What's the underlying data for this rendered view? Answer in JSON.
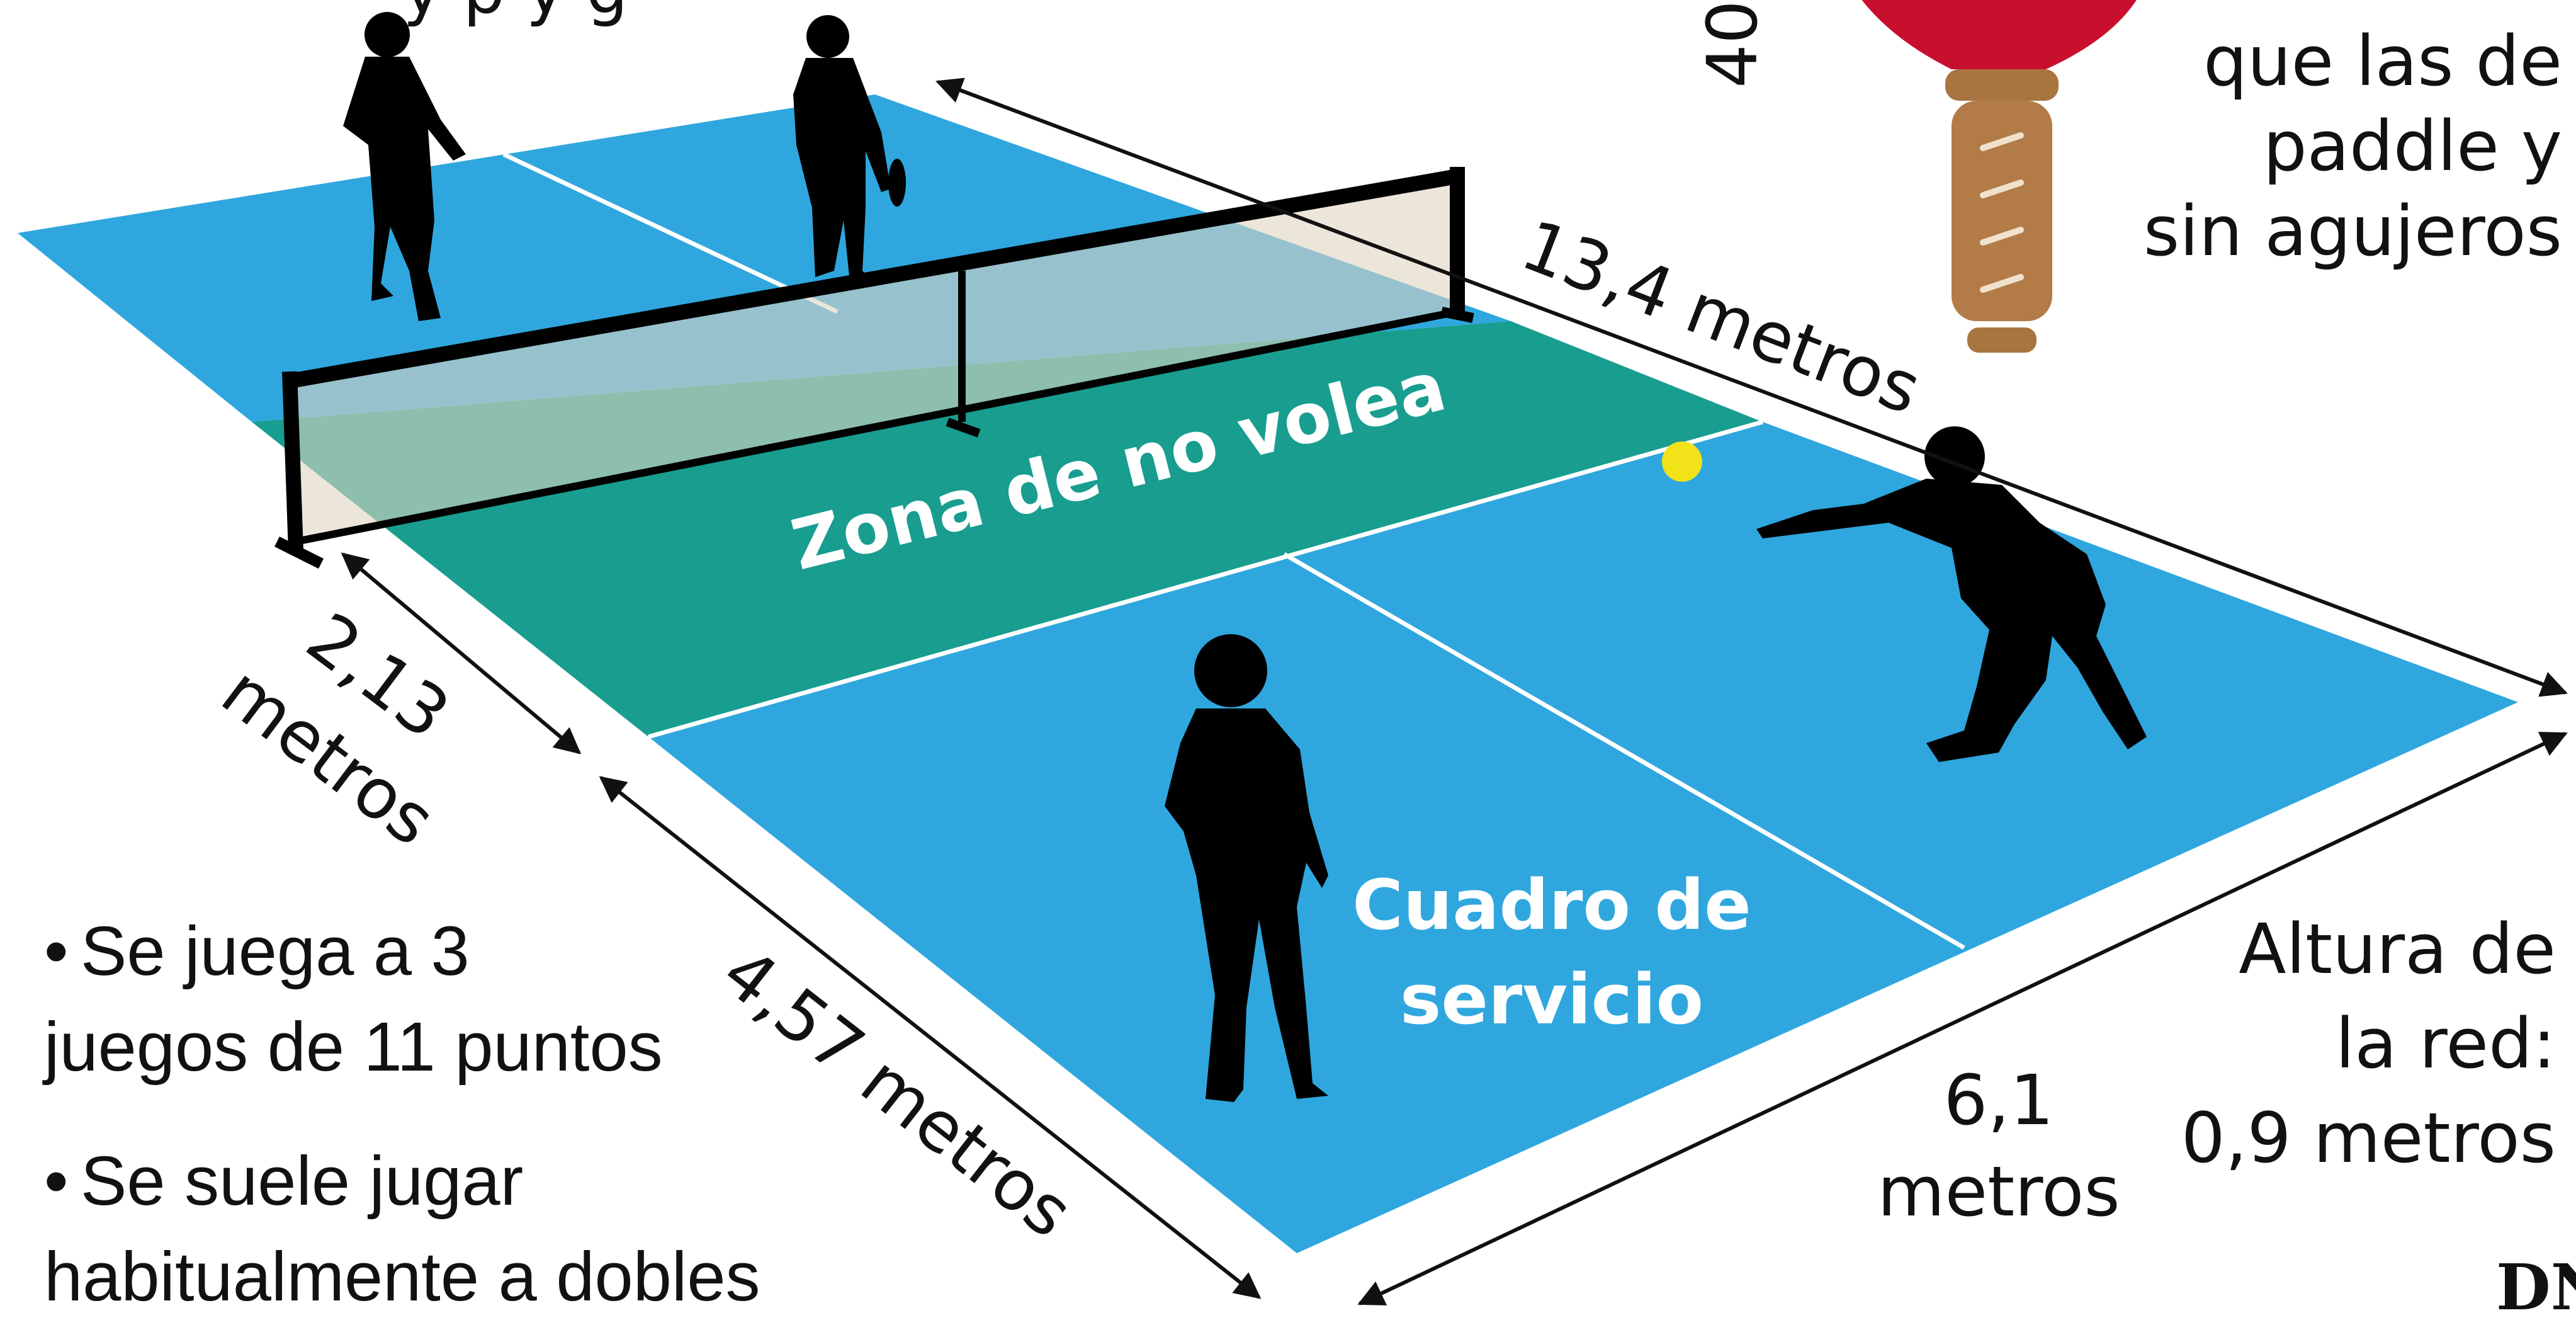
{
  "top_text_fragment": "y p           y  g",
  "court_labels": {
    "kitchen": "Zona de no volea",
    "service_box": [
      "Cuadro de",
      "servicio"
    ]
  },
  "dimensions": {
    "length": "13,4 metros",
    "kitchen_depth": [
      "2,13",
      "metros"
    ],
    "service_depth": "4,57 metros",
    "width": [
      "6,1",
      "metros"
    ]
  },
  "net_height": [
    "Altura de",
    "la red:",
    "0,9 metros"
  ],
  "paddle_note": [
    "que las de",
    "paddle y",
    "sin agujeros"
  ],
  "paddle_dimension_fragment": "40",
  "rules": [
    [
      "Se juega a 3",
      "juegos de 11 puntos"
    ],
    [
      "Se suele jugar",
      "habitualmente a dobles"
    ]
  ],
  "bullet": "•",
  "logo_fragment": "DN",
  "colors": {
    "court_blue": "#2fa7de",
    "kitchen_green": "#189d8f",
    "ball_yellow": "#f2e21a",
    "paddle_red": "#c8102e",
    "handle_brown": "#b27b47"
  },
  "icons": [
    "player-silhouette",
    "paddle-icon",
    "ball-icon",
    "net"
  ]
}
